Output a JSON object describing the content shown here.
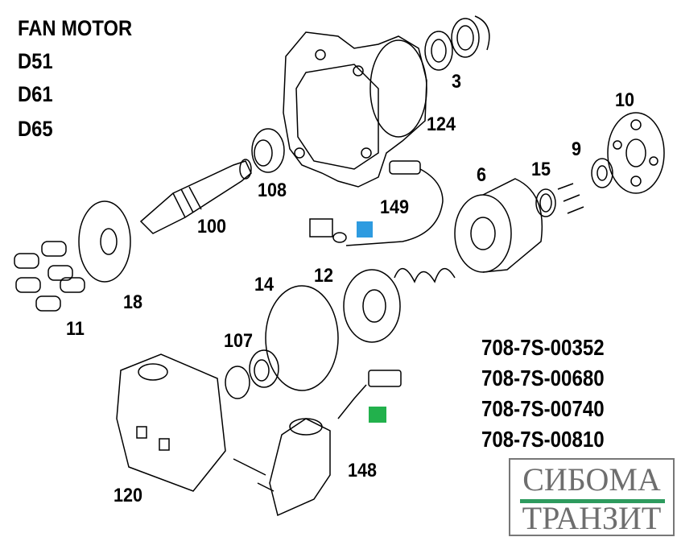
{
  "title_lines": [
    "FAN MOTOR",
    "D51",
    "D61",
    "D65"
  ],
  "callouts": {
    "c3": "3",
    "c124": "124",
    "c10": "10",
    "c9": "9",
    "c15": "15",
    "c6": "6",
    "c108": "108",
    "c149": "149",
    "c100": "100",
    "c18": "18",
    "c11": "11",
    "c14": "14",
    "c12": "12",
    "c107": "107",
    "c120": "120",
    "c148": "148"
  },
  "part_numbers": [
    "708-7S-00352",
    "708-7S-00680",
    "708-7S-00740",
    "708-7S-00810"
  ],
  "logo": {
    "line1": "СИБОМА",
    "line2": "ТРАНЗИТ",
    "bar_color": "#2e9b5e"
  },
  "markers": {
    "blue": "#2e9be0",
    "green": "#22b14c"
  }
}
